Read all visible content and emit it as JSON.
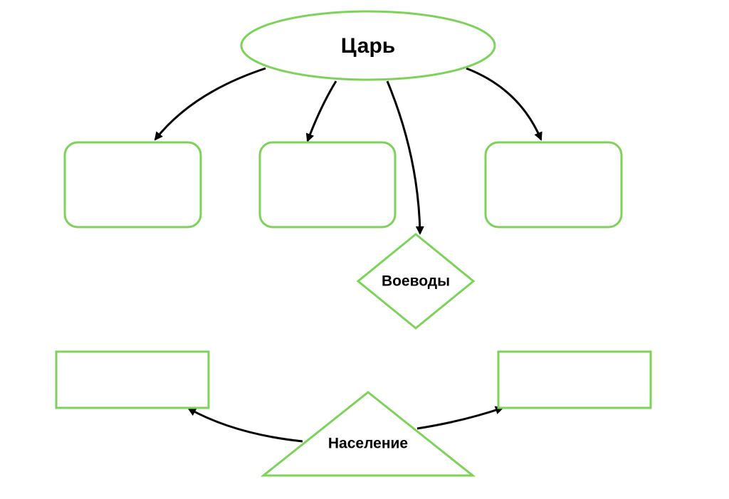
{
  "diagram": {
    "colors": {
      "shape_stroke": "#7dd35a",
      "arrow": "#000000",
      "text": "#000000"
    },
    "nodes": {
      "tsar": {
        "label": "Царь",
        "shape": "ellipse"
      },
      "box_1": {
        "label": "",
        "shape": "rounded-rectangle"
      },
      "box_2": {
        "label": "",
        "shape": "rounded-rectangle"
      },
      "box_3": {
        "label": "",
        "shape": "rounded-rectangle"
      },
      "voevody": {
        "label": "Воеводы",
        "shape": "diamond"
      },
      "box_bottom_left": {
        "label": "",
        "shape": "rectangle"
      },
      "box_bottom_right": {
        "label": "",
        "shape": "rectangle"
      },
      "naselenie": {
        "label": "Население",
        "shape": "triangle"
      }
    },
    "edges": [
      {
        "from": "tsar",
        "to": "box_1"
      },
      {
        "from": "tsar",
        "to": "box_2"
      },
      {
        "from": "tsar",
        "to": "voevody"
      },
      {
        "from": "tsar",
        "to": "box_3"
      },
      {
        "from": "naselenie",
        "to": "box_bottom_left"
      },
      {
        "from": "naselenie",
        "to": "box_bottom_right"
      }
    ]
  }
}
